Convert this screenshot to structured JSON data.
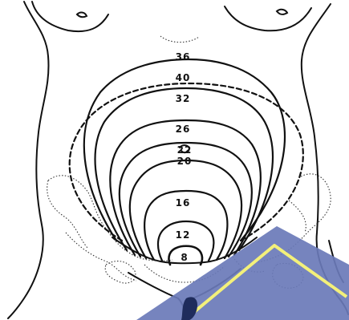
{
  "week_labels": {
    "w36": "36",
    "w40": "40",
    "w32": "32",
    "w26": "26",
    "w22": "22",
    "w20": "20",
    "w16": "16",
    "w12": "12",
    "w8": "8"
  },
  "colors": {
    "line": "#111111",
    "watermark_fill": "#6a79b8",
    "watermark_accent": "#f3f07a"
  }
}
